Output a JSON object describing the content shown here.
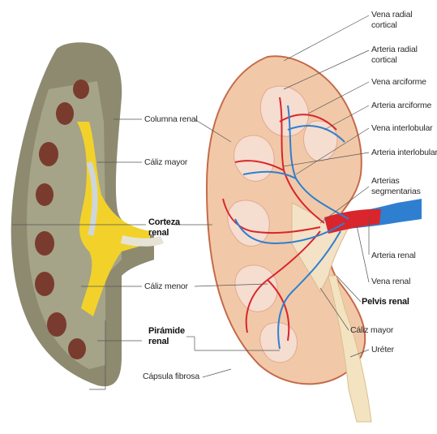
{
  "labels": {
    "vena_radial_cortical": "Vena radial cortical",
    "arteria_radial_cortical": "Arteria radial cortical",
    "vena_arciforme": "Vena arciforme",
    "arteria_arciforme": "Arteria arciforme",
    "vena_interlobular": "Vena interlobular",
    "arteria_interlobular": "Arteria interlobular",
    "arterias_segmentarias": "Arterias segmentarias",
    "arteria_renal": "Arteria renal",
    "vena_renal": "Vena renal",
    "pelvis_renal": "Pelvis renal",
    "caliz_mayor_right": "Cáliz mayor",
    "ureter": "Uréter",
    "columna_renal": "Columna renal",
    "caliz_mayor_left": "Cáliz mayor",
    "corteza_renal": "Corteza renal",
    "caliz_menor": "Cáliz menor",
    "piramide_renal": "Pirámide renal",
    "capsula_fibrosa": "Cápsula fibrosa"
  },
  "colors": {
    "artery": "#d8262c",
    "vein": "#2f7fd0",
    "cortex": "#f1c9a8",
    "pyramid": "#f5ddd0",
    "photo_kidney": "#8f8a72",
    "fat_yellow": "#f2d22a",
    "ureter": "#f3e3c0"
  }
}
